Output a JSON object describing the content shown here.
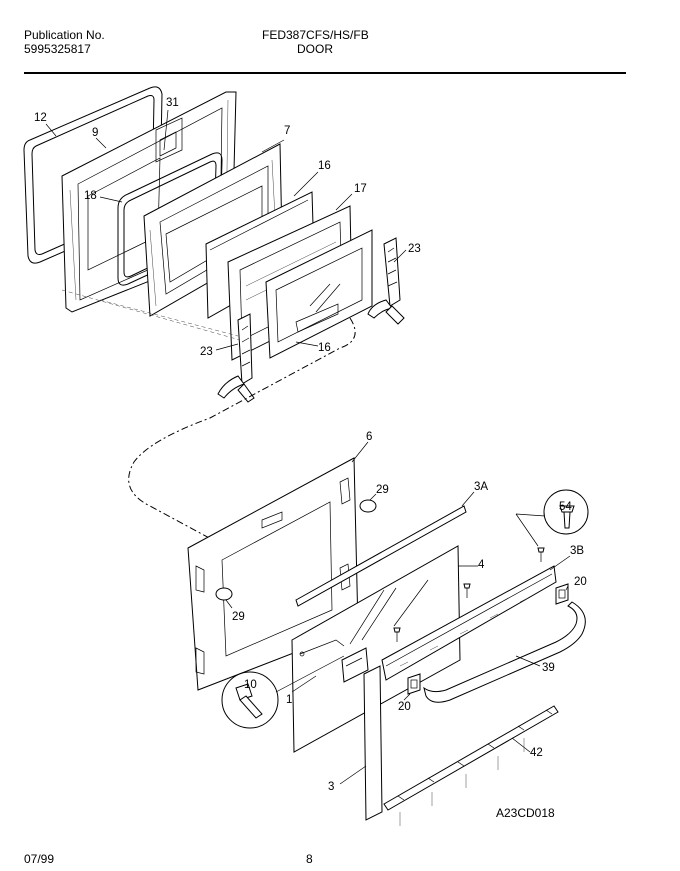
{
  "header": {
    "pub_label": "Publication No.",
    "pub_number": "5995325817",
    "model": "FED387CFS/HS/FB",
    "section": "DOOR"
  },
  "footer": {
    "date": "07/99",
    "page": "8",
    "diagram_code": "A23CD018"
  },
  "callouts": {
    "c12": "12",
    "c31": "31",
    "c9": "9",
    "c7": "7",
    "c18": "18",
    "c16a": "16",
    "c17": "17",
    "c23a": "23",
    "c23b": "23",
    "c16b": "16",
    "c6": "6",
    "c29a": "29",
    "c3A": "3A",
    "c54": "54",
    "c3B": "3B",
    "c4": "4",
    "c20a": "20",
    "c29b": "29",
    "c39": "39",
    "c10": "10",
    "c1": "1",
    "c20b": "20",
    "c42": "42",
    "c3": "3"
  }
}
